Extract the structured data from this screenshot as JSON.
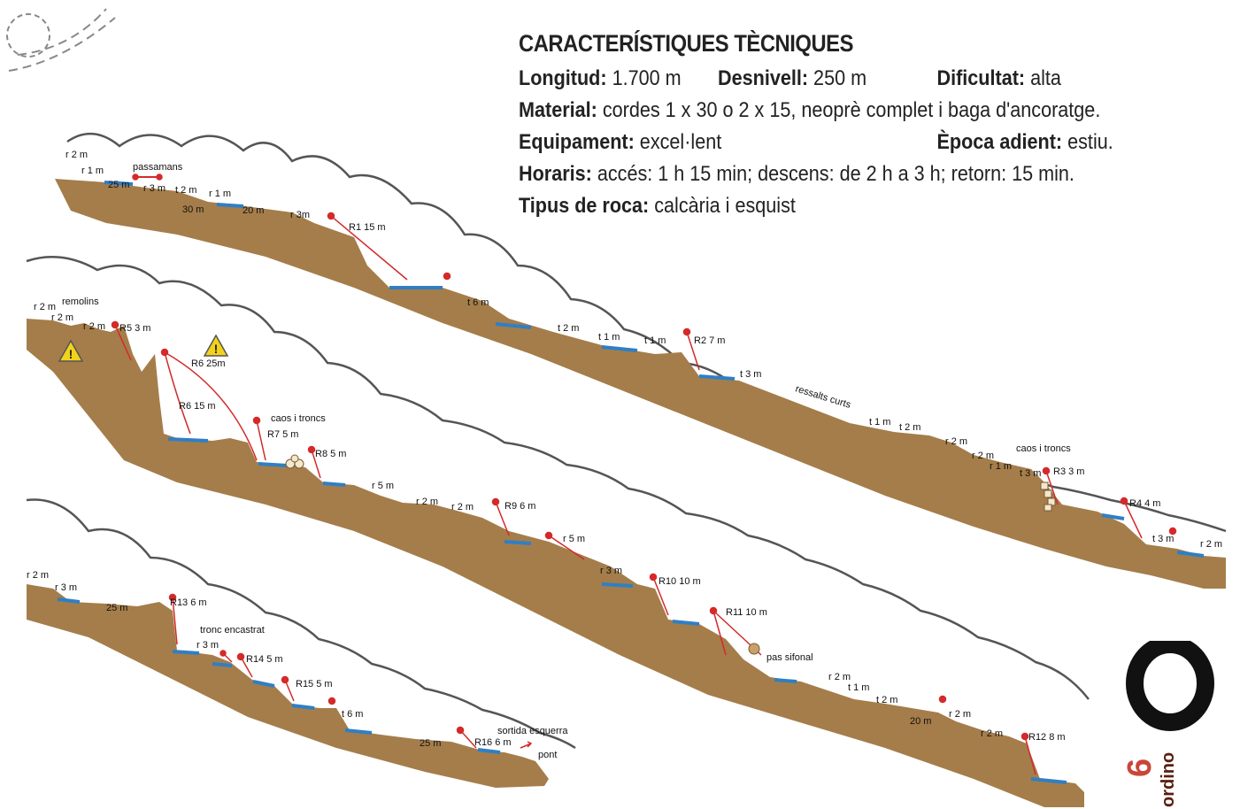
{
  "specs": {
    "title": "CARACTERÍSTIQUES TÈCNIQUES",
    "longitud": {
      "label": "Longitud:",
      "value": " 1.700 m"
    },
    "desnivell": {
      "label": "Desnivell:",
      "value": " 250 m"
    },
    "dificultat": {
      "label": "Dificultat:",
      "value": " alta"
    },
    "material": {
      "label": "Material:",
      "value": " cordes 1 x 30 o 2 x 15, neoprè complet i baga d'ancoratge."
    },
    "equipament": {
      "label": "Equipament:",
      "value": " excel·lent"
    },
    "epoca": {
      "label": "Època adient:",
      "value": " estiu."
    },
    "horaris": {
      "label": "Horaris:",
      "value": " accés: 1 h 15 min; descens: de 2 h a 3 h; retorn: 15 min."
    },
    "roca": {
      "label": "Tipus de roca:",
      "value": " calcària i esquist"
    }
  },
  "brand": {
    "number": "6",
    "name": "ordino"
  },
  "colors": {
    "rock": "#a57d4a",
    "water": "#2f7fc4",
    "anchor": "#d42a2a",
    "cliff": "#555555",
    "warning": "#f2d21b"
  },
  "labels": [
    "r 2 m",
    "r 1 m",
    "25 m",
    "passamans",
    "r 3 m",
    "t 2 m",
    "r 1 m",
    "30 m",
    "20 m",
    "r 3m",
    "R1 15 m",
    "t 6 m",
    "t 2 m",
    "t 1 m",
    "t 1 m",
    "R2 7 m",
    "t 3 m",
    "ressalts curts",
    "t 1 m",
    "t 2 m",
    "r 2 m",
    "r 2 m",
    "r 1 m",
    "t 3 m",
    "caos i troncs",
    "R3 3 m",
    "R4 4 m",
    "t 3 m",
    "r 2 m",
    "r 2 m",
    "remolins",
    "r 2 m",
    "r 2 m",
    "R5 3 m",
    "R6 25m",
    "R6 15 m",
    "caos i troncs",
    "R7 5 m",
    "R8 5 m",
    "r 5 m",
    "r 2 m",
    "r 2 m",
    "R9 6 m",
    "r 5 m",
    "r 3 m",
    "R10 10 m",
    "R11 10 m",
    "pas sifonal",
    "r 2 m",
    "t 1 m",
    "t 2 m",
    "20 m",
    "r 2 m",
    "r 2 m",
    "R12 8 m",
    "r 2 m",
    "r 3 m",
    "25 m",
    "R13 6 m",
    "tronc encastrat",
    "r 3 m",
    "R14 5 m",
    "R15 5 m",
    "t 6 m",
    "25 m",
    "R16 6 m",
    "sortida esquerra",
    "pont"
  ]
}
